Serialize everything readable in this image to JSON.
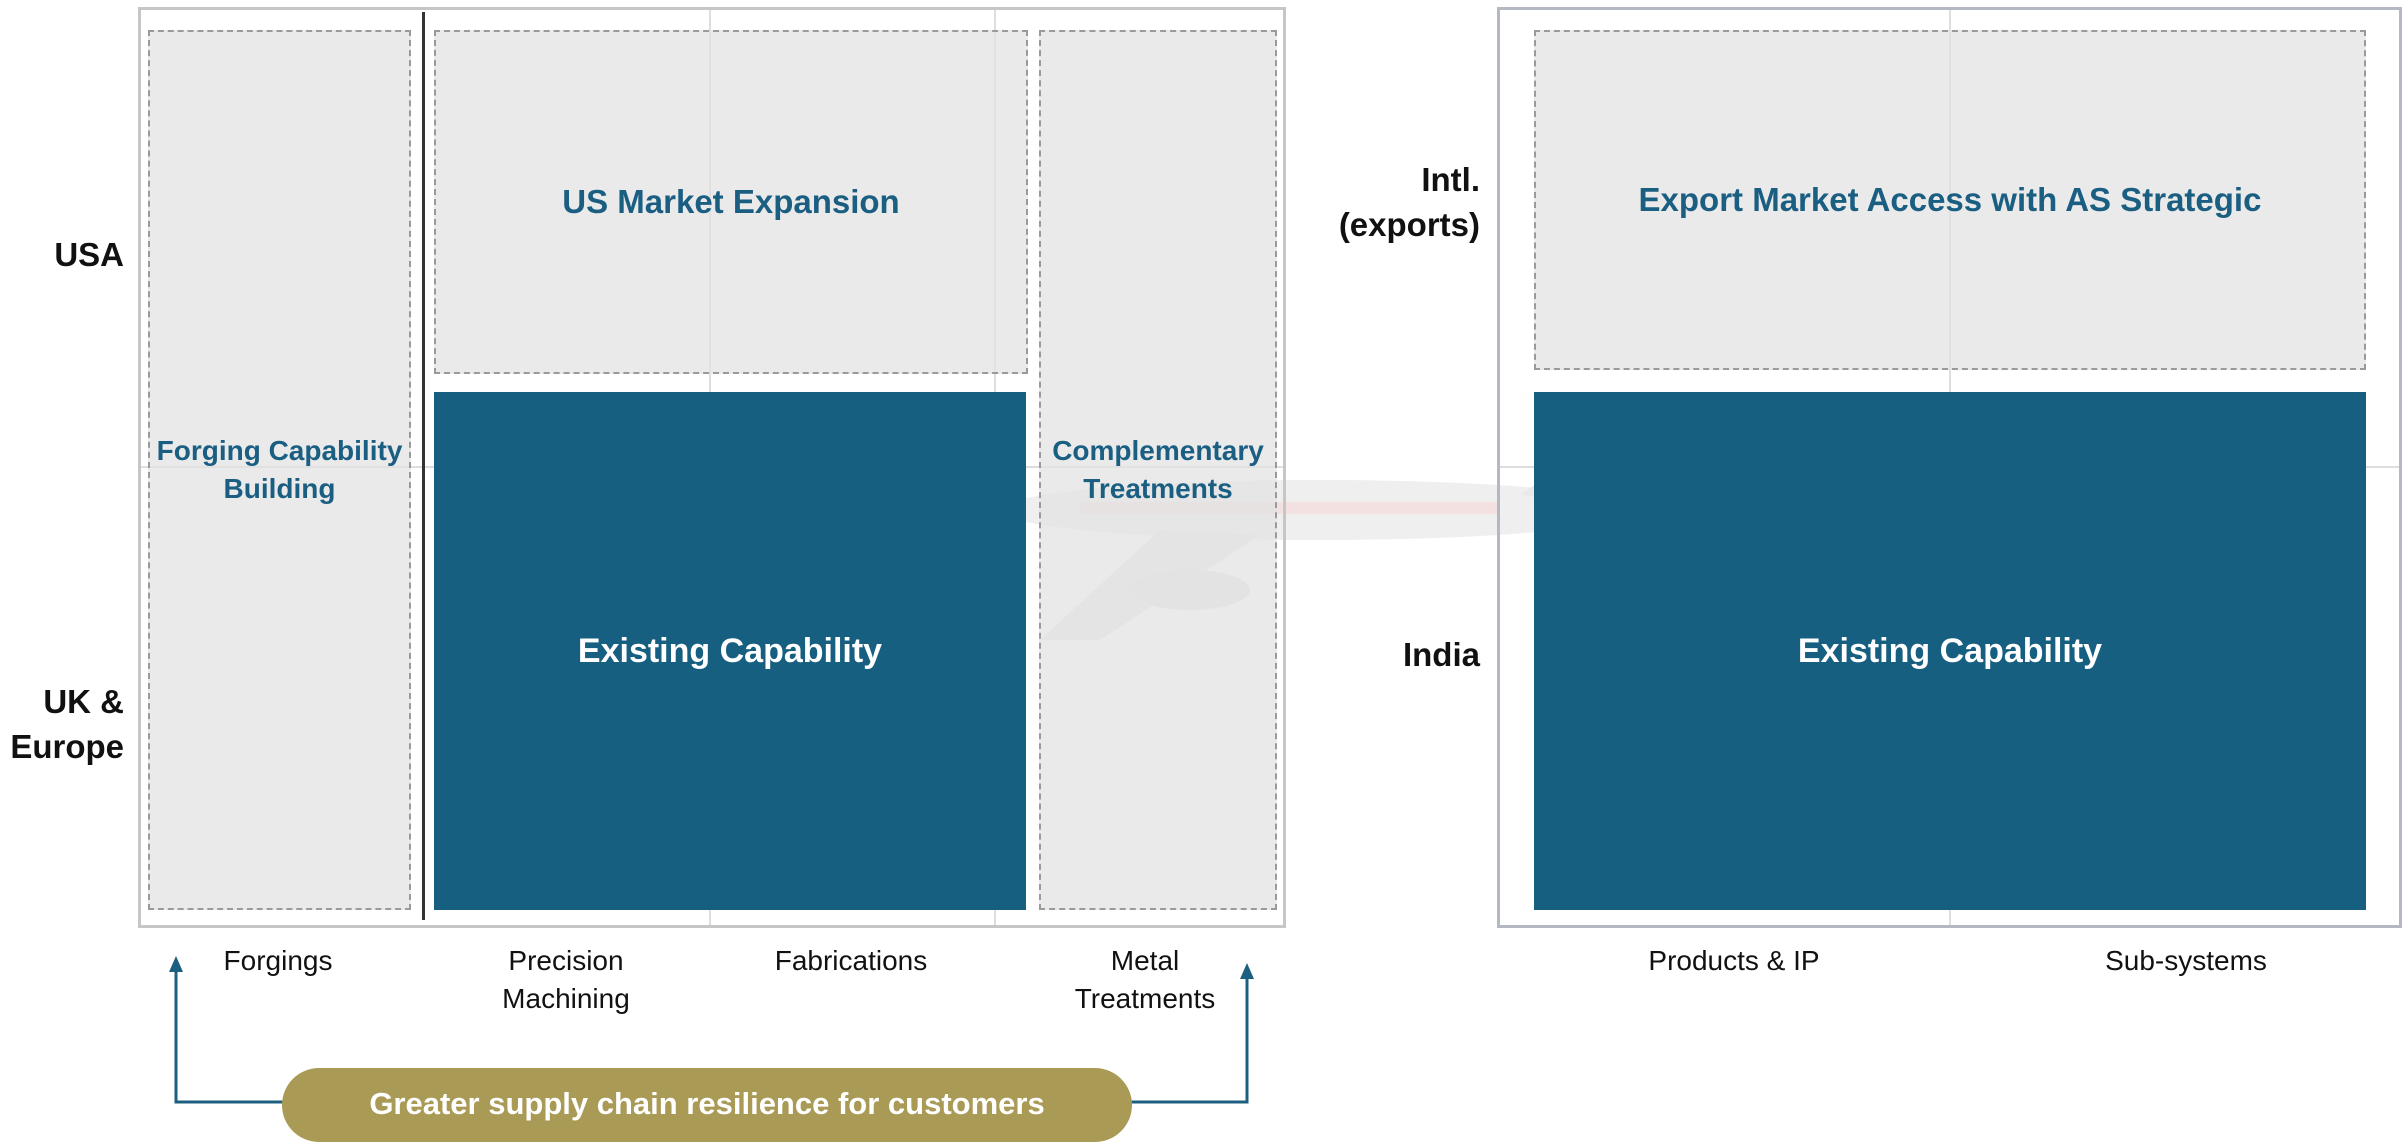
{
  "colors": {
    "solid_block": "#175f80",
    "dashed_block_text": "#1a5e82",
    "pill": "#a99a56",
    "arrow": "#1d5f80"
  },
  "left_matrix": {
    "rows": [
      "USA",
      "UK &\nEurope"
    ],
    "columns": [
      "Forgings",
      "Precision\nMachining",
      "Fabrications",
      "Metal\nTreatments"
    ],
    "blocks": {
      "forging": "Forging Capability\nBuilding",
      "us_market": "US Market Expansion",
      "existing": "Existing Capability",
      "complementary": "Complementary\nTreatments"
    }
  },
  "right_matrix": {
    "rows": [
      "Intl.\n(exports)",
      "India"
    ],
    "columns": [
      "Products & IP",
      "Sub-systems"
    ],
    "blocks": {
      "export": "Export Market Access with AS Strategic",
      "existing": "Existing Capability"
    }
  },
  "footer": {
    "pill": "Greater supply chain resilience for customers"
  },
  "background_image": "airplane-watermark"
}
